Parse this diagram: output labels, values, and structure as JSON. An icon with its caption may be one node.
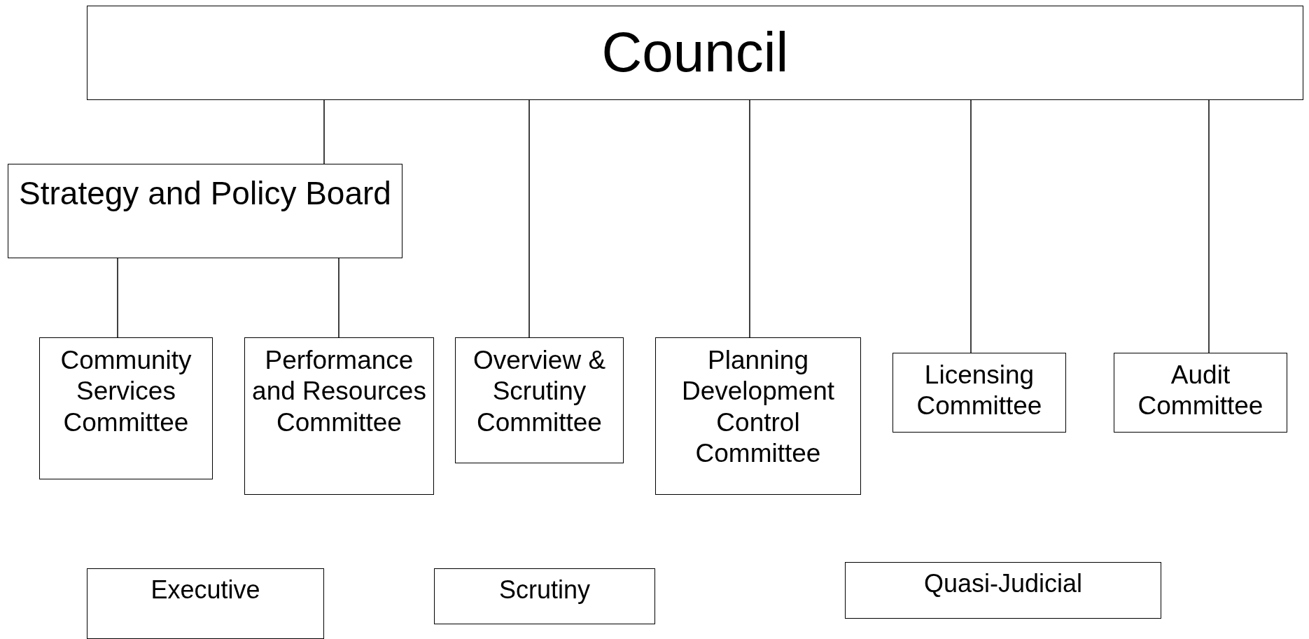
{
  "diagram": {
    "nodes": [
      {
        "text": [
          "Council"
        ]
      },
      {
        "text": [
          "Strategy and Policy Board"
        ]
      },
      {
        "text": [
          "Community Services Committee"
        ]
      },
      {
        "text": [
          "Performance and Resources Committee"
        ]
      },
      {
        "text": [
          "Overview & Scrutiny Committee"
        ]
      },
      {
        "text": [
          "Planning Development Control Committee"
        ]
      },
      {
        "text": [
          "Licensing Committee"
        ]
      },
      {
        "text": [
          "Audit Committee"
        ]
      },
      {
        "text": [
          "Executive"
        ]
      },
      {
        "text": [
          "Scrutiny"
        ]
      },
      {
        "text": [
          "Quasi-Judicial"
        ]
      }
    ],
    "edges": [
      {
        "from": 0,
        "to": 1,
        "arrow": "none"
      },
      {
        "from": 0,
        "to": 4,
        "arrow": "none"
      },
      {
        "from": 0,
        "to": 5,
        "arrow": "none"
      },
      {
        "from": 0,
        "to": 6,
        "arrow": "none"
      },
      {
        "from": 0,
        "to": 7,
        "arrow": "none"
      },
      {
        "from": 1,
        "to": 2,
        "arrow": "none"
      },
      {
        "from": 1,
        "to": 3,
        "arrow": "none"
      }
    ]
  }
}
